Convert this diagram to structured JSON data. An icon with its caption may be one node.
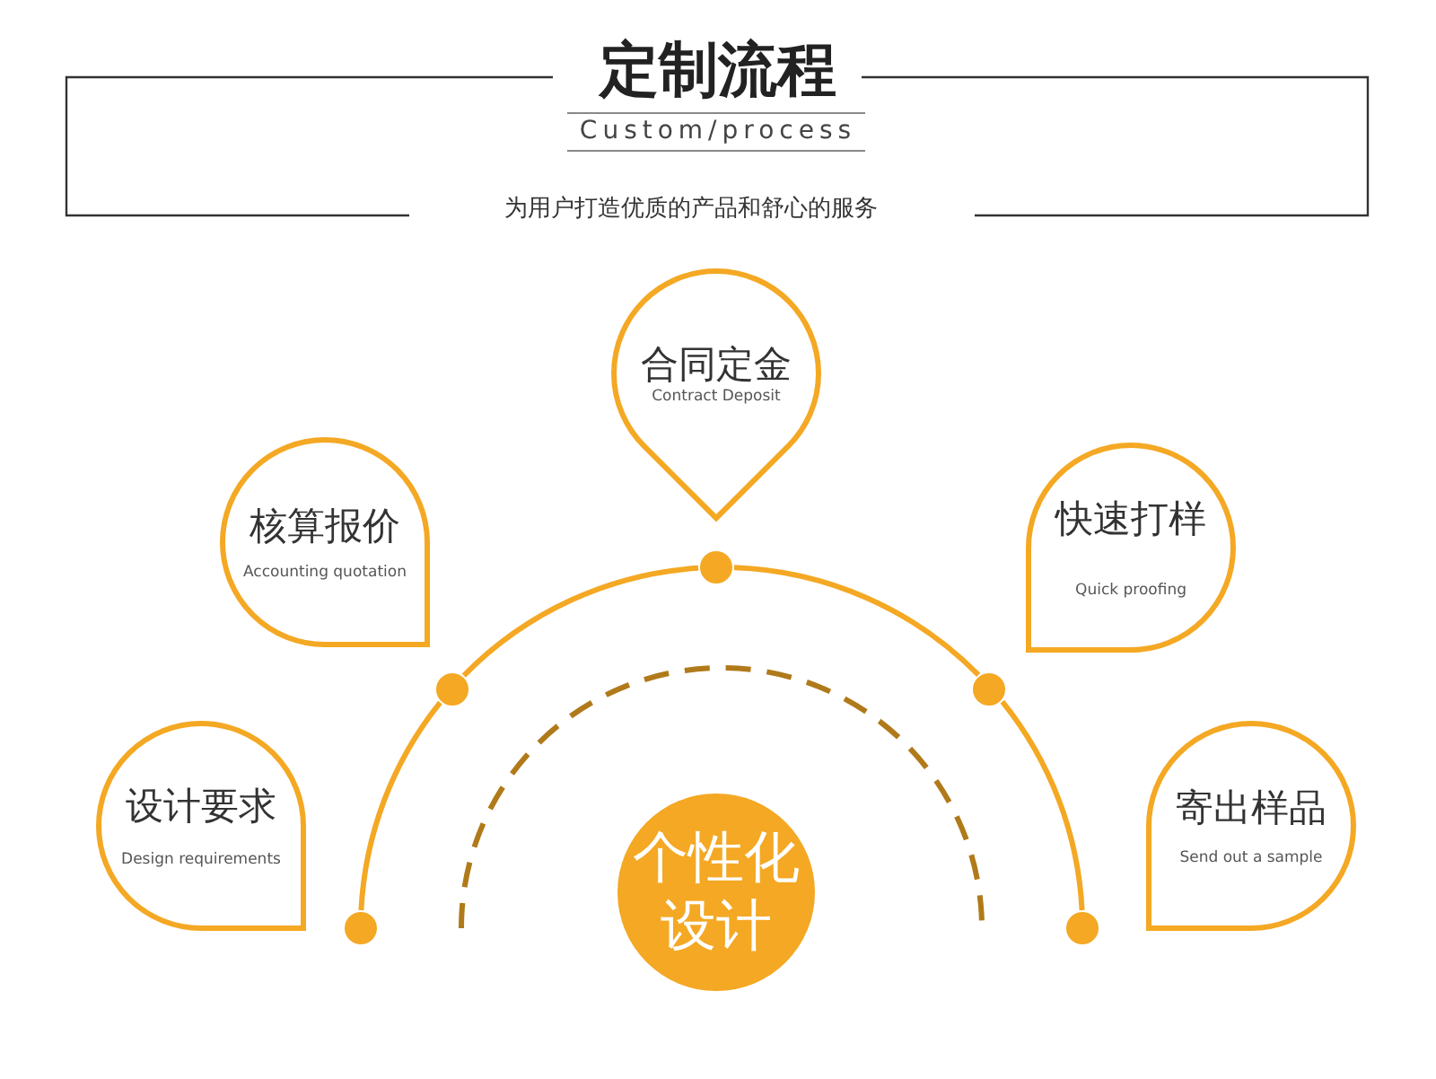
{
  "diagram": {
    "title": "定制流程",
    "nodes": [
      {
        "text": [
          "设计要求",
          "Design requirements"
        ]
      },
      {
        "text": [
          "核算报价",
          "Accounting quotation"
        ]
      },
      {
        "text": [
          "合同定金",
          "Contract Deposit"
        ]
      },
      {
        "text": [
          "快速打样",
          "Quick proofing"
        ]
      },
      {
        "text": [
          "寄出样品",
          "Send out a sample"
        ]
      },
      {
        "text": [
          "个性化设计"
        ]
      },
      {
        "text": [],
        "shape": "circle"
      },
      {
        "text": [],
        "shape": "circle"
      },
      {
        "text": [],
        "shape": "circle"
      },
      {
        "text": [],
        "shape": "circle"
      },
      {
        "text": [],
        "shape": "circle"
      }
    ],
    "edges": [
      {
        "from": 6,
        "to": 7,
        "arrow": "none"
      },
      {
        "from": 7,
        "to": 8,
        "arrow": "none"
      },
      {
        "from": 8,
        "to": 9,
        "arrow": "none"
      },
      {
        "from": 9,
        "to": 10,
        "arrow": "none"
      }
    ],
    "labels": [
      "Custom/process",
      "为用户打造优质的产品和舒心的服务"
    ]
  }
}
